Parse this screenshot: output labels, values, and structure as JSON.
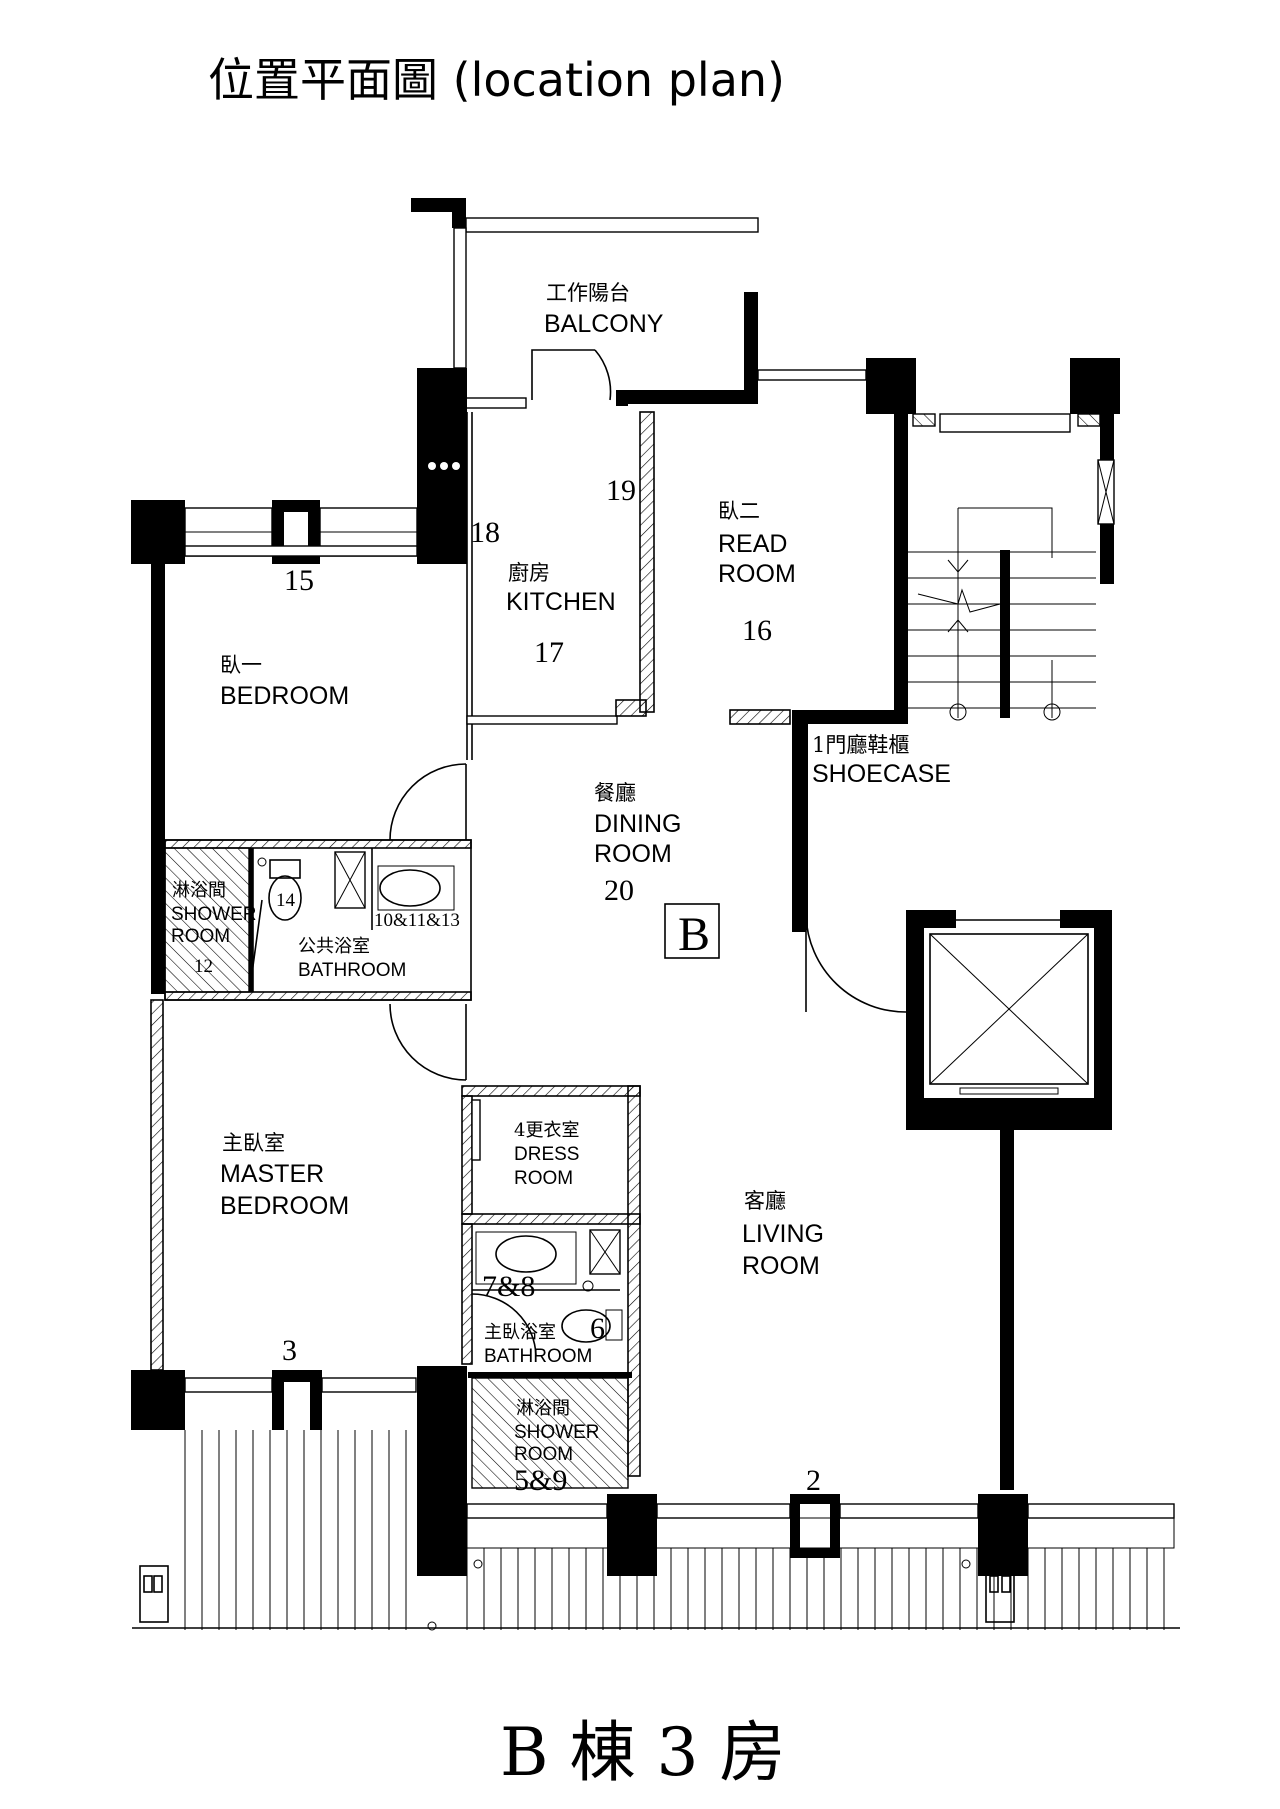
{
  "title": "位置平面圖 (location plan)",
  "footer": "B 棟 3 房",
  "unit_marker": "B",
  "rooms": {
    "balcony": {
      "zh": "工作陽台",
      "en": "BALCONY"
    },
    "read_room": {
      "zh": "臥二",
      "en1": "READ",
      "en2": "ROOM"
    },
    "kitchen": {
      "zh": "廚房",
      "en": "KITCHEN"
    },
    "bedroom": {
      "zh": "臥一",
      "en": "BEDROOM"
    },
    "shoecase": {
      "zh": "1門廳鞋櫃",
      "en": "SHOECASE"
    },
    "dining": {
      "zh": "餐廳",
      "en1": "DINING",
      "en2": "ROOM"
    },
    "shower_public": {
      "zh": "淋浴間",
      "en1": "SHOWER",
      "en2": "ROOM"
    },
    "bathroom_public": {
      "zh": "公共浴室",
      "en": "BATHROOM"
    },
    "master_bedroom": {
      "zh": "主臥室",
      "en1": "MASTER",
      "en2": "BEDROOM"
    },
    "dress_room": {
      "zh": "4更衣室",
      "en1": "DRESS",
      "en2": "ROOM"
    },
    "living_room": {
      "zh": "客廳",
      "en1": "LIVING",
      "en2": "ROOM"
    },
    "master_bathroom": {
      "zh": "主臥浴室",
      "en": "BATHROOM"
    },
    "shower_master": {
      "zh": "淋浴間",
      "en1": "SHOWER",
      "en2": "ROOM"
    }
  },
  "markers": {
    "m2": "2",
    "m3": "3",
    "m6": "6",
    "m7_8": "7&8",
    "m5_9": "5&9",
    "m10_11_13": "10&11&13",
    "m12": "12",
    "m14": "14",
    "m15": "15",
    "m16": "16",
    "m17": "17",
    "m18": "18",
    "m19": "19",
    "m20": "20"
  }
}
